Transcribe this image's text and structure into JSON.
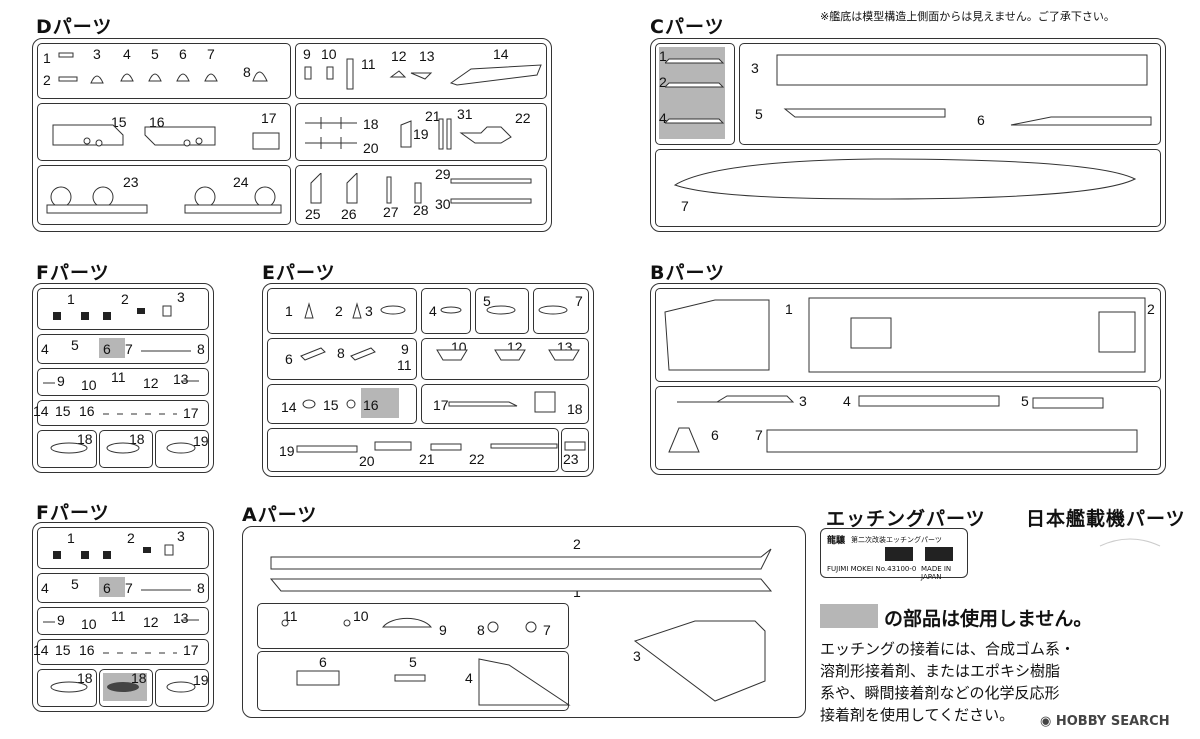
{
  "notice": "※艦底は模型構造上側面からは見えません。ご了承下さい。",
  "sections": {
    "D": "Dパーツ",
    "C": "Cパーツ",
    "F1": "Fパーツ",
    "E": "Eパーツ",
    "B": "Bパーツ",
    "F2": "Fパーツ",
    "A": "Aパーツ",
    "etching": "エッチングパーツ",
    "aircraft": "日本艦載機パーツ"
  },
  "D_parts": [
    "1",
    "2",
    "3",
    "4",
    "5",
    "6",
    "7",
    "8",
    "9",
    "10",
    "11",
    "12",
    "13",
    "14",
    "15",
    "16",
    "17",
    "18",
    "19",
    "20",
    "21",
    "22",
    "23",
    "24",
    "25",
    "26",
    "27",
    "28",
    "29",
    "30",
    "31"
  ],
  "C_parts": [
    "1",
    "2",
    "3",
    "4",
    "5",
    "6",
    "7"
  ],
  "F_rows": [
    [
      "1",
      "2",
      "3"
    ],
    [
      "4",
      "5",
      "6",
      "7",
      "8"
    ],
    [
      "9",
      "10",
      "11",
      "12",
      "13"
    ],
    [
      "14",
      "15",
      "16",
      "17"
    ],
    [
      "18",
      "18",
      "19"
    ]
  ],
  "E_parts": [
    "1",
    "2",
    "3",
    "4",
    "5",
    "7",
    "6",
    "8",
    "9",
    "11",
    "10",
    "12",
    "13",
    "14",
    "15",
    "16",
    "17",
    "18",
    "19",
    "20",
    "21",
    "22",
    "23"
  ],
  "B_parts": [
    "1",
    "2",
    "3",
    "4",
    "5",
    "6",
    "7"
  ],
  "A_parts": [
    "2",
    "1",
    "11",
    "10",
    "9",
    "8",
    "7",
    "6",
    "5",
    "4",
    "3"
  ],
  "etch_plate": {
    "name": "龍驤",
    "sub": "第二次改装エッチングパーツ",
    "brand": "FUJIMI MOKEI No.43100-0",
    "made": "MADE IN JAPAN"
  },
  "legend_text": "の部品は使用しません。",
  "instructions": [
    "エッチングの接着には、合成ゴム系・",
    "溶剤形接着剤、またはエポキシ樹脂",
    "系や、瞬間接着剤などの化学反応形",
    "接着剤を使用してください。"
  ],
  "watermark": "HOBBY SEARCH"
}
